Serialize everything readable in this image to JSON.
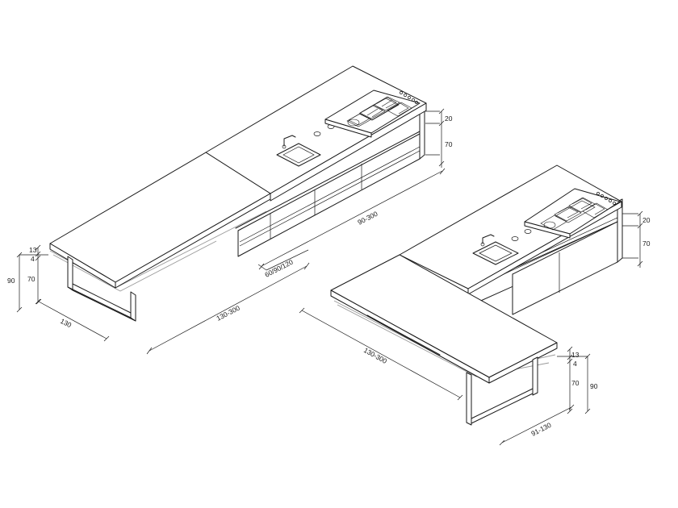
{
  "left_island": {
    "dims": {
      "hob_rise": "20",
      "cabinet_height": "70",
      "island_length": "90-300",
      "cabinet_depth": "60/90/120",
      "table_length": "130-300",
      "table_depth": "130",
      "top_thickness": "13",
      "frame_thickness": "4",
      "leg_height": "70",
      "total_height": "90"
    }
  },
  "right_island": {
    "dims": {
      "hob_rise": "20",
      "cabinet_height": "70",
      "table_length": "130-300",
      "table_depth": "91-130",
      "top_thickness": "13",
      "frame_thickness": "4",
      "leg_height": "70",
      "total_height": "90"
    }
  }
}
